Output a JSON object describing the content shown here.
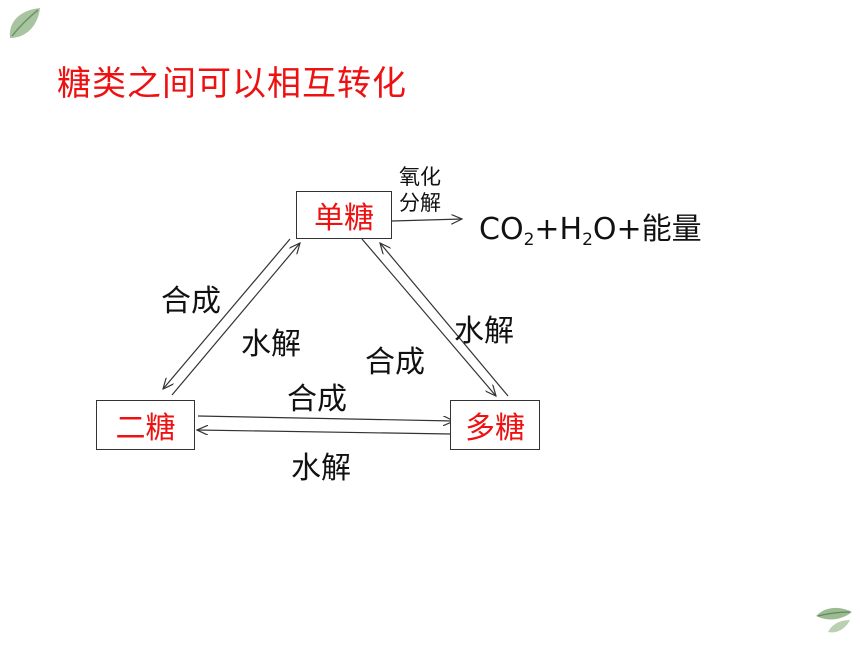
{
  "title": "糖类之间可以相互转化",
  "colors": {
    "title": "#ee1111",
    "node": "#ee1111",
    "text": "#111111",
    "leaf": "#7fa27a"
  },
  "nodes": {
    "monosaccharide": "单糖",
    "disaccharide": "二糖",
    "polysaccharide": "多糖"
  },
  "edges": {
    "mono_to_di": "合成",
    "di_to_mono": "水解",
    "mono_to_poly": "合成",
    "poly_to_mono": "水解",
    "di_to_poly": "合成",
    "poly_to_di": "水解"
  },
  "oxidation": {
    "line1": "氧化",
    "line2": "分解",
    "product": {
      "p1": "CO",
      "s1": "2",
      "p2": "+H",
      "s2": "2",
      "p3": "O+能量"
    }
  },
  "icons": [
    "leaf-icon-top-left",
    "leaf-icon-bottom-right"
  ]
}
